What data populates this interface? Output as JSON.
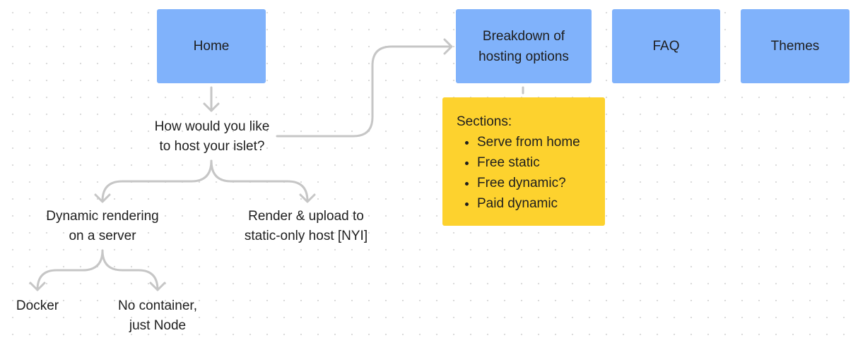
{
  "nodes": {
    "home": "Home",
    "hosting_options": "Breakdown of\nhosting options",
    "faq": "FAQ",
    "themes": "Themes"
  },
  "labels": {
    "question": "How would you like\nto host your islet?",
    "dynamic": "Dynamic rendering\non a server",
    "static": "Render & upload to\nstatic-only host [NYI]",
    "docker": "Docker",
    "no_container": "No container,\njust Node"
  },
  "sections_note": {
    "title": "Sections:",
    "items": [
      "Serve from home",
      "Free static",
      "Free dynamic?",
      "Paid dynamic"
    ]
  },
  "colors": {
    "page_node": "#80b2fb",
    "sticky_note": "#fdd22e",
    "connector": "#c6c6c6"
  }
}
